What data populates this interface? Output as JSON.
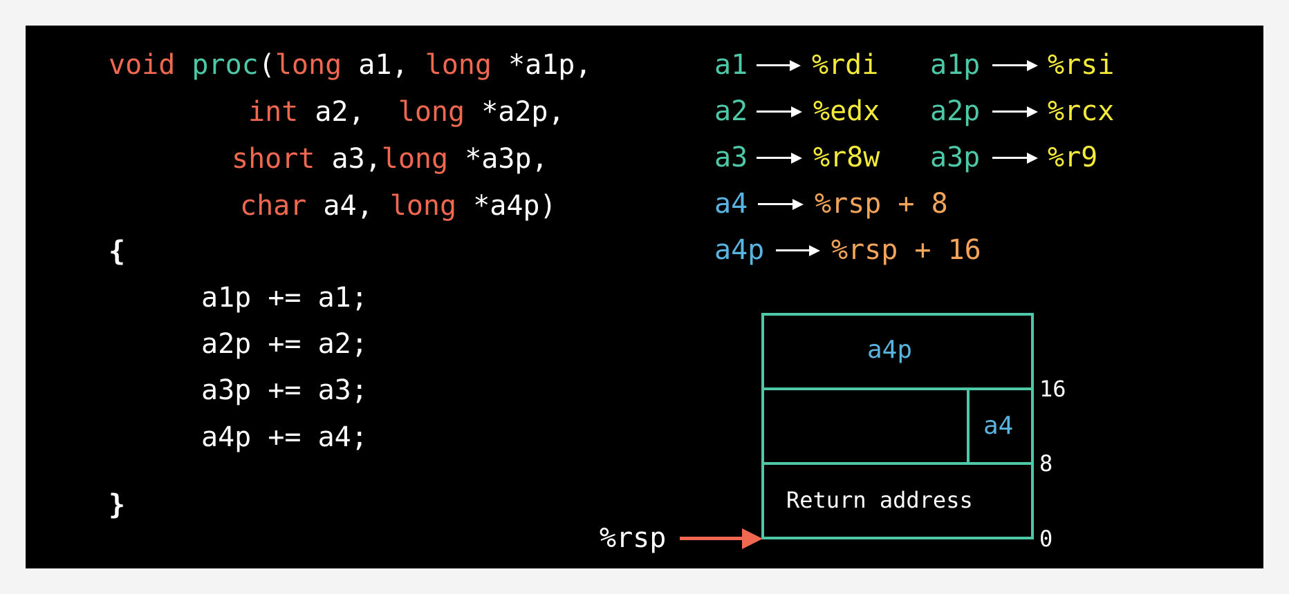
{
  "code": {
    "line1": {
      "kw1": "void",
      "fn": "proc",
      "open": "(",
      "kw2": "long",
      "id2": "a1,",
      "kw3": "long",
      "id3": "*a1p,"
    },
    "line2": {
      "kw1": "int",
      "id1": "a2,",
      "kw2": "long",
      "id2": "*a2p,"
    },
    "line3": {
      "kw1": "short",
      "id1": "a3,",
      "kw2": "long",
      "id2": "*a3p,"
    },
    "line4": {
      "kw1": "char",
      "id1": "a4,",
      "kw2": "long",
      "id2": "*a4p)"
    },
    "open_brace": "{",
    "body": [
      "a1p += a1;",
      "a2p += a2;",
      "a3p += a3;",
      "a4p += a4;"
    ],
    "close_brace": "}"
  },
  "mappings": [
    {
      "arg": "a1",
      "reg": "%rdi"
    },
    {
      "arg": "a2",
      "reg": "%edx"
    },
    {
      "arg": "a3",
      "reg": "%r8w"
    },
    {
      "arg": "a4",
      "reg": "%rsp + 8"
    },
    {
      "arg": "a4p",
      "reg": "%rsp + 16"
    },
    {
      "arg": "a1p",
      "reg": "%rsi"
    },
    {
      "arg": "a2p",
      "reg": "%rcx"
    },
    {
      "arg": "a3p",
      "reg": "%r9"
    }
  ],
  "stack": {
    "top_label": "a4p",
    "mid_label": "a4",
    "bottom_label": "Return address",
    "offsets": [
      "16",
      "8",
      "0"
    ],
    "pointer_label": "%rsp"
  },
  "colors": {
    "background": "#000000",
    "keyword": "#f0684f",
    "function": "#4ec9a8",
    "arg_green": "#4ec9a8",
    "arg_blue": "#5ab4e0",
    "reg_yellow": "#f3ea3a",
    "reg_orange": "#f2a45a",
    "stack_border": "#4ec9a8",
    "pointer_arrow": "#f0684f"
  }
}
